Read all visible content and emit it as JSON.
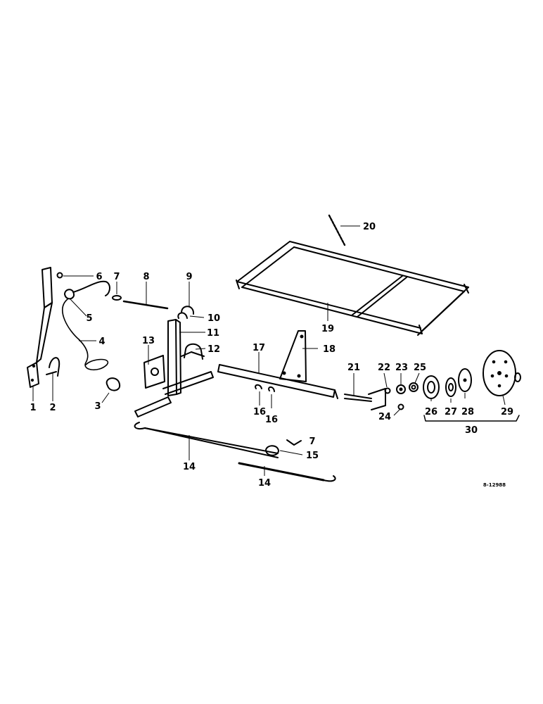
{
  "diagram": {
    "drawing_code": "8-12988",
    "callouts": [
      "1",
      "2",
      "3",
      "4",
      "5",
      "6",
      "7",
      "8",
      "9",
      "10",
      "11",
      "12",
      "13",
      "14",
      "15",
      "16",
      "16",
      "17",
      "18",
      "19",
      "20",
      "21",
      "22",
      "23",
      "24",
      "25",
      "26",
      "27",
      "28",
      "29",
      "30",
      "7",
      "14"
    ]
  }
}
